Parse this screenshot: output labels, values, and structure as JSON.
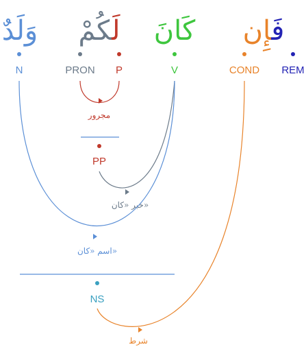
{
  "colors": {
    "noun": "#5b8fd6",
    "pron": "#6c7b8a",
    "prep": "#c0392b",
    "verb": "#3ec63e",
    "cond": "#e8832a",
    "rem": "#2323b4",
    "ns": "#3aa0c0",
    "line_grey": "#6c7b8a",
    "line_blue": "#5b8fd6",
    "line_orange": "#e8832a",
    "line_red": "#c0392b"
  },
  "words": [
    {
      "id": "walad",
      "text": "وَلَدٌ"
    },
    {
      "id": "lakum",
      "text": "لَكُمْ"
    },
    {
      "id": "kana",
      "text": "كَانَ"
    },
    {
      "id": "fain",
      "text": "فَإِن"
    }
  ],
  "tags": [
    {
      "id": "n",
      "text": "N"
    },
    {
      "id": "pron",
      "text": "PRON"
    },
    {
      "id": "p",
      "text": "P"
    },
    {
      "id": "v",
      "text": "V"
    },
    {
      "id": "cond",
      "text": "COND"
    },
    {
      "id": "rem",
      "text": "REM"
    },
    {
      "id": "pp",
      "text": "PP"
    },
    {
      "id": "ns",
      "text": "NS"
    }
  ],
  "relations": [
    {
      "id": "majrur",
      "text": "مجرور"
    },
    {
      "id": "khabar",
      "text": "خبر «كان»"
    },
    {
      "id": "ism",
      "text": "اسم «كان»"
    },
    {
      "id": "shart",
      "text": "شرط"
    }
  ]
}
